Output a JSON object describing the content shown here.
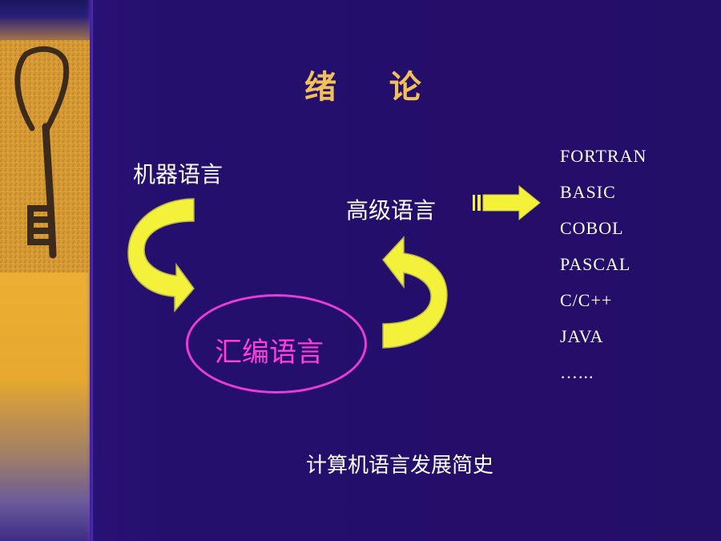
{
  "slide": {
    "title": "绪    论",
    "machine_language": "机器语言",
    "high_level_language": "高级语言",
    "assembly_language": "汇编语言",
    "languages": [
      "FORTRAN",
      "BASIC",
      "COBOL",
      "PASCAL",
      "C/C++",
      "JAVA",
      "…..."
    ],
    "footer": "计算机语言发展简史"
  },
  "colors": {
    "background": "#230e68",
    "title": "#f2c05a",
    "arrow_fill": "#f4f13a",
    "ellipse_stroke": "#e83bd8",
    "assembly_text": "#ff3fd8"
  },
  "icons": {
    "key_image": "antique-key",
    "down_arrow": "curved-arrow-down",
    "up_arrow": "curved-arrow-up",
    "right_arrow": "block-arrow-right"
  }
}
